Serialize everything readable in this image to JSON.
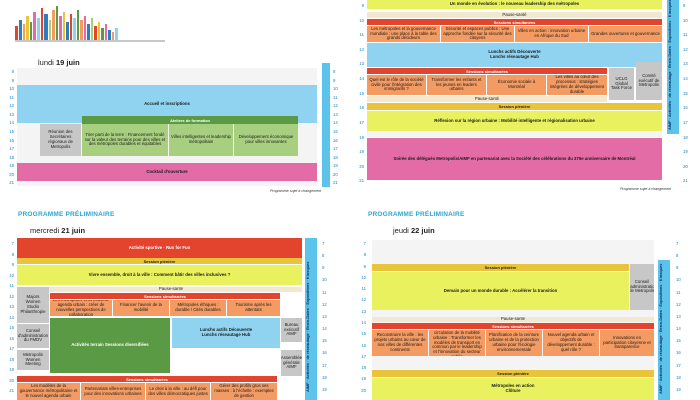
{
  "q1": {
    "day_label": "lundi",
    "day_num": "19 juin",
    "times": [
      "8",
      "9",
      "10",
      "11",
      "12",
      "13",
      "14",
      "15",
      "16",
      "17",
      "18",
      "19",
      "20",
      "21"
    ],
    "blocks": {
      "accueil": "Accueil et inscriptions",
      "ateliers": "Ateliers de formation",
      "tirer": "Tirer parti de la terre : Financement fondé sur la valeur des terrains pour des villes et des métropoles durables et équitables",
      "villes_int": "Villes intelligentes et leadership métropolitain",
      "dev_eco": "Développement économique pour villes innovantes",
      "reunion": "Réunion des Secrétaires régionaux de Metropolis",
      "cocktail": "Cocktail d'ouverture"
    },
    "note": "Programme sujet à changement"
  },
  "q2": {
    "times": [
      "9",
      "10",
      "11",
      "12",
      "13",
      "14",
      "15",
      "16",
      "17",
      "18",
      "19",
      "20",
      "21"
    ],
    "times_right": [
      "9",
      "10",
      "11",
      "12",
      "13",
      "14",
      "15",
      "16",
      "17",
      "18",
      "19",
      "20",
      "21"
    ],
    "blocks": {
      "monde": "Un monde en évolution : le nouveau leadership des métropoles",
      "pause1": "Pause-santé",
      "sess1": "Sessions simultanées",
      "s1a": "Les métropoles et la gouvernance mondiale : une place à la table des grands décideurs",
      "s1b": "Sécurité et espaces publics : Une approche fondée sur la sécurité des citoyens",
      "s1c": "Villes en action : innovation urbaine en Afrique du Sud",
      "s1d": "Grandes ouvertures et gouvernance",
      "lunch": "Lunchs actifs Découverte",
      "lunch2": "Lunchs réseautage Hub",
      "sess2": "Sessions simultanées",
      "s2a": "Quel est le rôle de la société civile pour l'intégration des immigrants ?",
      "s2b": "Transformer les enfants et les jeunes en leaders urbains",
      "s2c": "Économie sociale à Montréal",
      "s2d": "Les villes au cœur des processus : stratégies intégrées de développement durable",
      "s2e": "UCLG Global Task Force",
      "s2f": "Comité exécutif de Metropolis",
      "pause2": "Pause-santé",
      "pleniere": "Session plénière",
      "reflexion": "Réflexion sur la région urbaine : Mobilité intelligente et régionalisation urbaine",
      "soiree": "Soirée des délégués Metropolis/AIMF en partenariat avec la Société des célébrations du 375e anniversaire de Montréal"
    },
    "side": "AIMF · Activités · de réseautage · Brain-Dates · Expositions · Kiosques · Cités Verte · Plateforme",
    "note": "Programme sujet à changement"
  },
  "q3": {
    "section": "PROGRAMME PRÉLIMINAIRE",
    "day_label": "mercredi",
    "day_num": "21 juin",
    "times": [
      "7",
      "8",
      "9",
      "10",
      "11",
      "12",
      "13",
      "14",
      "15",
      "16",
      "17",
      "18",
      "19",
      "20",
      "21"
    ],
    "times_right": [
      "7",
      "8",
      "9",
      "10",
      "11",
      "12",
      "13",
      "14",
      "15",
      "16",
      "17",
      "18",
      "19"
    ],
    "blocks": {
      "sport": "Activité sportive · Run for Fun",
      "pleniere": "Session plénière",
      "vivre": "Vivre ensemble, droit à la ville : Comment bâtir des villes inclusives ?",
      "pause1": "Pause-santé",
      "sess1": "Sessions simultanées",
      "majors": "Majors Women Studio Philanthropie",
      "s1a": "Les métropoles et la nouvelle agenda urbain : créer de nouvelles perspectives de collaboration",
      "s1b": "Financer l'avenir de la mobilité",
      "s1c": "Métropoles éthiques : durable / Cités durables",
      "s1d": "Tourisme après les attentats",
      "lunch": "Lunchs actifs Découverte",
      "lunch2": "Lunchs réseautage Hub",
      "bureau": "Bureau exécutif AIMF",
      "terrain": "Activités terrain Sessions diversifiées",
      "metro_women": "Metropolis Women Meeting",
      "conseil": "Conseil d'administration du FMDV",
      "assemblee": "Assemblée générale AIMF",
      "sess2": "Sessions simultanées",
      "s2a": "Les modèles de la gouvernance métropolitaine et le nouvel agenda urbain",
      "s2b": "Partenariats villes-entreprises pour des innovations urbaines",
      "s2c": "Le droit à la ville : au défi pour des villes démocratiques justes",
      "s2d": "Gérer des profils gros ses masses : à l'échelle : exemples de gestion"
    },
    "side": "AIMF · Activités · de réseautage · Brain-Dates · Expositions · Kiosques"
  },
  "q4": {
    "section": "PROGRAMME PRÉLIMINAIRE",
    "day_label": "jeudi",
    "day_num": "22 juin",
    "times": [
      "7",
      "8",
      "9",
      "10",
      "11",
      "12",
      "13",
      "14",
      "15",
      "16",
      "17",
      "18",
      "19",
      "20"
    ],
    "times_right": [
      "7",
      "8",
      "9",
      "10",
      "11",
      "12",
      "13",
      "14",
      "15",
      "16",
      "17",
      "18",
      "19"
    ],
    "blocks": {
      "pleniere": "Session plénière",
      "demain": "Demain pour un monde durable : Accélérer la transition",
      "conseil": "Conseil d'administration de Metropolis",
      "pause1": "Pause-santé",
      "sess1": "Sessions simultanées",
      "s1a": "Reconstruire la ville : les projets urbains au cœur de nos villes de différentes continents",
      "s1b": "Sont les occasions de la circulation de la mobilité urbaine : Transformer les modèles de transport en commun par le leadership et l'innovation du secteur public",
      "s1c": "Planification de la ceinture urbaine et de la protection urbaine pour l'écologie environnementale",
      "s1d": "Nouvel agenda urbain et objectifs de développement durable : quel rôle ?",
      "s1e": "Innovations en participation citoyenne et transparence",
      "pleniere2": "Session plénière",
      "action": "Métropoles en action",
      "cloture": "Clôture"
    },
    "side": "AIMF · Activités · de réseautage · Brain-Dates · Expositions · Kiosques"
  },
  "colors": {
    "blue": "#8fd3f1",
    "pink": "#e36ba6",
    "yellow": "#e9f25e",
    "green": "#a8cf7f",
    "orange": "#f39b62",
    "red": "#e2442d",
    "accent": "#29a6d6"
  }
}
